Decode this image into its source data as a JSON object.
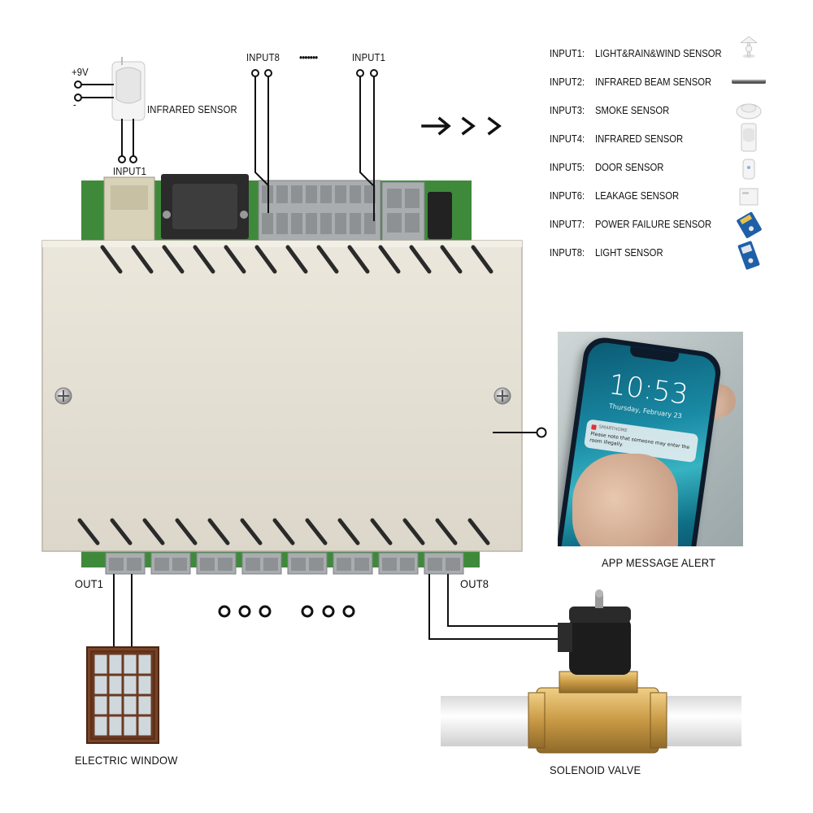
{
  "labels": {
    "plus9v": "+9V",
    "minus": "-",
    "infrared_sensor": "INFRARED SENSOR",
    "input1_bottom": "INPUT1",
    "input8_top": "INPUT8",
    "dots_top": "•••••••",
    "input1_top": "INPUT1",
    "out1": "OUT1",
    "out8": "OUT8",
    "electric_window": "ELECTRIC WINDOW",
    "solenoid_valve": "SOLENOID VALVE",
    "app_alert": "APP MESSAGE ALERT"
  },
  "legend": [
    {
      "key": "INPUT1:",
      "value": "LIGHT&RAIN&WIND SENSOR",
      "icon": "weather-station-icon"
    },
    {
      "key": "INPUT2:",
      "value": "INFRARED BEAM SENSOR",
      "icon": "beam-sensor-icon"
    },
    {
      "key": "INPUT3:",
      "value": "SMOKE SENSOR",
      "icon": "smoke-detector-icon"
    },
    {
      "key": "INPUT4:",
      "value": "INFRARED SENSOR",
      "icon": "pir-sensor-icon"
    },
    {
      "key": "INPUT5:",
      "value": "DOOR SENSOR",
      "icon": "door-sensor-icon"
    },
    {
      "key": "INPUT6:",
      "value": "LEAKAGE SENSOR",
      "icon": "leak-sensor-icon"
    },
    {
      "key": "INPUT7:",
      "value": "POWER FAILURE SENSOR",
      "icon": "power-failure-sensor-icon"
    },
    {
      "key": "INPUT8:",
      "value": "LIGHT SENSOR",
      "icon": "light-sensor-icon"
    }
  ],
  "phone": {
    "time": "10:53",
    "date": "Thursday, February 23",
    "app_name": "SMARTHOME",
    "notification": "Please note that someone may enter the room illegally."
  },
  "colors": {
    "enclosure": "#e6e2d6",
    "terminal": "#a9adb0",
    "pcb": "#3f8a3a",
    "brass": "#c9a04a",
    "pipe": "#f2f2f2",
    "window_frame": "#6b3a22"
  }
}
